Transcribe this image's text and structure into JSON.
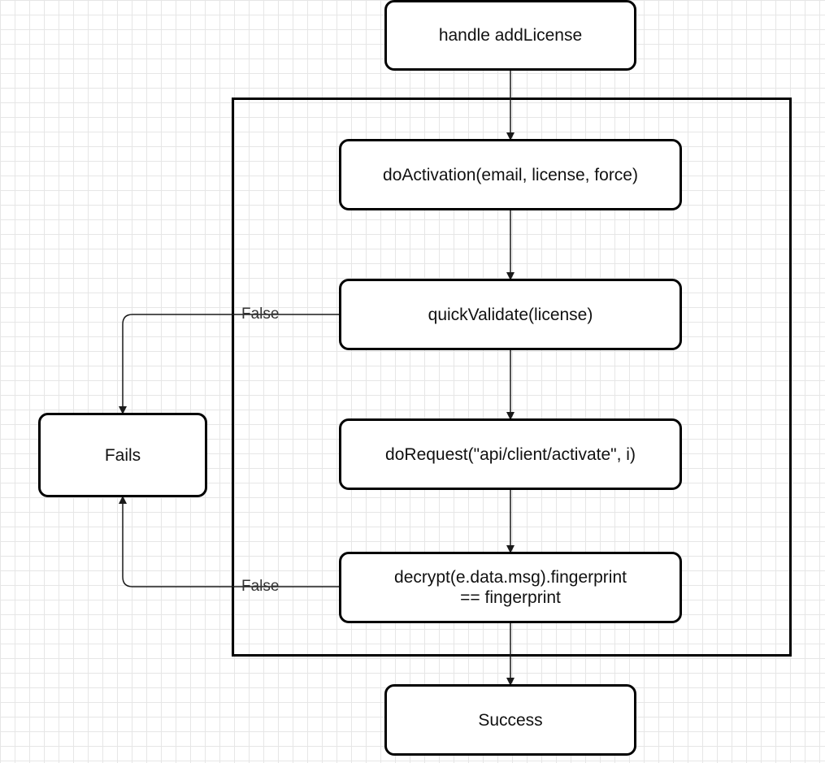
{
  "diagram": {
    "nodes": {
      "handle_add_license": "handle addLicense",
      "do_activation": "doActivation(email, license, force)",
      "quick_validate": "quickValidate(license)",
      "do_request": "doRequest(\"api/client/activate\", i)",
      "decrypt_check": "decrypt(e.data.msg).fingerprint\n== fingerprint",
      "fails": "Fails",
      "success": "Success"
    },
    "edge_labels": {
      "quick_validate_false": "False",
      "decrypt_false": "False"
    },
    "colors": {
      "stroke": "#000000",
      "text": "#111111",
      "edge_label": "#333333",
      "grid": "#e6e6e6",
      "background": "#ffffff"
    }
  }
}
